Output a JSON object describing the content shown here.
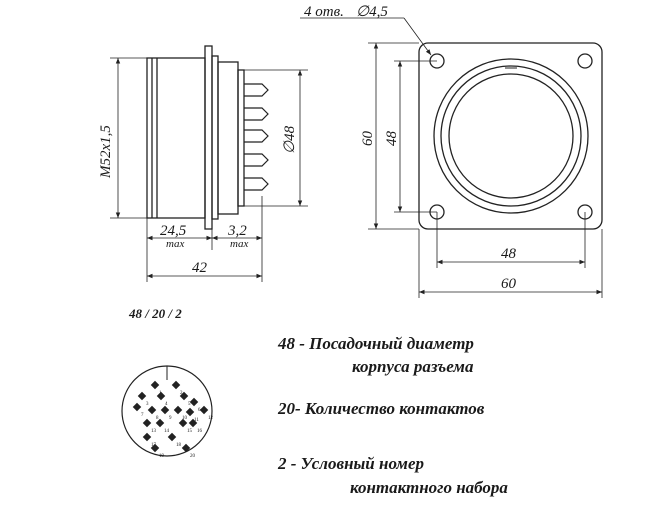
{
  "dimensions": {
    "holes": "4 отв.",
    "hole_dia": "∅4,5",
    "thread": "М52х1,5",
    "dia48_side": "∅48",
    "len_245": "24,5",
    "len_32": "3,2",
    "max_label": "max",
    "len_42": "42",
    "front_60_v": "60",
    "front_48_v": "48",
    "front_48_h": "48",
    "front_60_h": "60"
  },
  "code": "48 / 20 / 2",
  "contacts": [
    "1",
    "2",
    "3",
    "4",
    "5",
    "6",
    "7",
    "8",
    "9",
    "10",
    "11",
    "12",
    "13",
    "14",
    "15",
    "16",
    "17",
    "18",
    "19",
    "20"
  ],
  "legend": [
    {
      "num": "48",
      "dash": " - ",
      "line1": "Посадочный диаметр",
      "line2": "корпуса разъема"
    },
    {
      "num": "20",
      "dash": "- ",
      "line1": "Количество контактов",
      "line2": ""
    },
    {
      "num": "2",
      "dash": " - ",
      "line1": "Условный номер",
      "line2": "контактного набора"
    }
  ]
}
